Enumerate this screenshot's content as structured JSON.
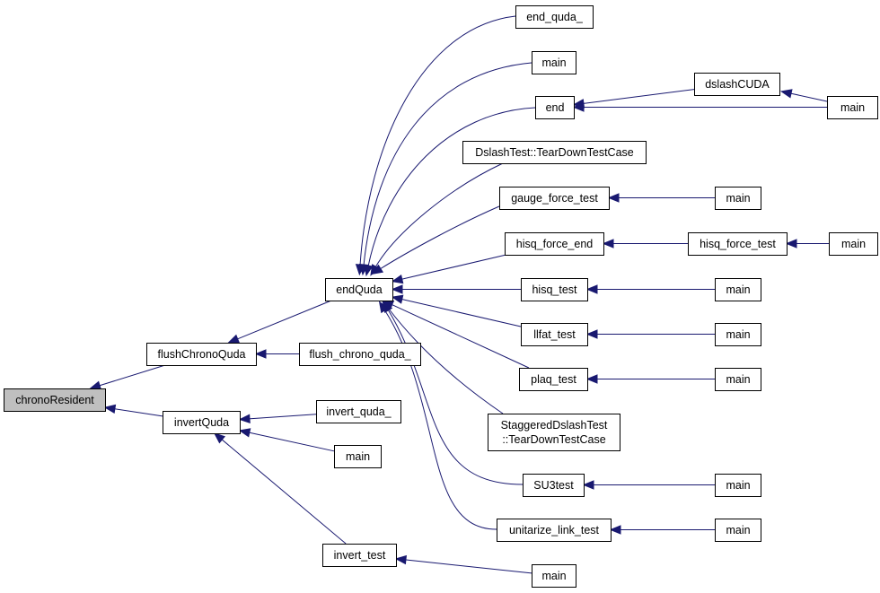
{
  "graph": {
    "nodes": {
      "chronoResident": {
        "lines": [
          "chronoResident"
        ]
      },
      "flushChronoQuda": {
        "lines": [
          "flushChronoQuda"
        ]
      },
      "invertQuda": {
        "lines": [
          "invertQuda"
        ]
      },
      "endQuda": {
        "lines": [
          "endQuda"
        ]
      },
      "flush_chrono_quda_": {
        "lines": [
          "flush_chrono_quda_"
        ]
      },
      "invert_quda_": {
        "lines": [
          "invert_quda_"
        ]
      },
      "main_invq": {
        "lines": [
          "main"
        ]
      },
      "invert_test": {
        "lines": [
          "invert_test"
        ]
      },
      "main_invt": {
        "lines": [
          "main"
        ]
      },
      "end_quda_": {
        "lines": [
          "end_quda_"
        ]
      },
      "main_eq": {
        "lines": [
          "main"
        ]
      },
      "end": {
        "lines": [
          "end"
        ]
      },
      "dslashCUDA": {
        "lines": [
          "dslashCUDA"
        ]
      },
      "main_end": {
        "lines": [
          "main"
        ]
      },
      "DslashTest_TearDown": {
        "lines": [
          "DslashTest::TearDownTestCase"
        ]
      },
      "gauge_force_test": {
        "lines": [
          "gauge_force_test"
        ]
      },
      "main_gft": {
        "lines": [
          "main"
        ]
      },
      "hisq_force_end": {
        "lines": [
          "hisq_force_end"
        ]
      },
      "hisq_force_test": {
        "lines": [
          "hisq_force_test"
        ]
      },
      "main_hft": {
        "lines": [
          "main"
        ]
      },
      "hisq_test": {
        "lines": [
          "hisq_test"
        ]
      },
      "main_ht": {
        "lines": [
          "main"
        ]
      },
      "llfat_test": {
        "lines": [
          "llfat_test"
        ]
      },
      "main_lt": {
        "lines": [
          "main"
        ]
      },
      "plaq_test": {
        "lines": [
          "plaq_test"
        ]
      },
      "main_pt": {
        "lines": [
          "main"
        ]
      },
      "Staggered_TearDown": {
        "lines": [
          "StaggeredDslashTest",
          "::TearDownTestCase"
        ]
      },
      "SU3test": {
        "lines": [
          "SU3test"
        ]
      },
      "main_su3": {
        "lines": [
          "main"
        ]
      },
      "unitarize_link_test": {
        "lines": [
          "unitarize_link_test"
        ]
      },
      "main_ult": {
        "lines": [
          "main"
        ]
      }
    },
    "edges": [
      {
        "from": "flushChronoQuda",
        "to": "chronoResident"
      },
      {
        "from": "invertQuda",
        "to": "chronoResident"
      },
      {
        "from": "endQuda",
        "to": "flushChronoQuda"
      },
      {
        "from": "flush_chrono_quda_",
        "to": "flushChronoQuda"
      },
      {
        "from": "invert_quda_",
        "to": "invertQuda"
      },
      {
        "from": "main_invq",
        "to": "invertQuda"
      },
      {
        "from": "invert_test",
        "to": "invertQuda"
      },
      {
        "from": "main_invt",
        "to": "invert_test"
      },
      {
        "from": "end_quda_",
        "to": "endQuda"
      },
      {
        "from": "main_eq",
        "to": "endQuda"
      },
      {
        "from": "end",
        "to": "endQuda"
      },
      {
        "from": "DslashTest_TearDown",
        "to": "endQuda"
      },
      {
        "from": "gauge_force_test",
        "to": "endQuda"
      },
      {
        "from": "hisq_force_end",
        "to": "endQuda"
      },
      {
        "from": "hisq_test",
        "to": "endQuda"
      },
      {
        "from": "llfat_test",
        "to": "endQuda"
      },
      {
        "from": "plaq_test",
        "to": "endQuda"
      },
      {
        "from": "Staggered_TearDown",
        "to": "endQuda"
      },
      {
        "from": "SU3test",
        "to": "endQuda"
      },
      {
        "from": "unitarize_link_test",
        "to": "endQuda"
      },
      {
        "from": "dslashCUDA",
        "to": "end"
      },
      {
        "from": "main_end",
        "to": "end"
      },
      {
        "from": "main_end",
        "to": "dslashCUDA"
      },
      {
        "from": "main_gft",
        "to": "gauge_force_test"
      },
      {
        "from": "hisq_force_test",
        "to": "hisq_force_end"
      },
      {
        "from": "main_hft",
        "to": "hisq_force_test"
      },
      {
        "from": "main_ht",
        "to": "hisq_test"
      },
      {
        "from": "main_lt",
        "to": "llfat_test"
      },
      {
        "from": "main_pt",
        "to": "plaq_test"
      },
      {
        "from": "main_su3",
        "to": "SU3test"
      },
      {
        "from": "main_ult",
        "to": "unitarize_link_test"
      }
    ],
    "colors": {
      "edge": "#191970",
      "root_fill": "#bfbfbf",
      "node_fill": "#ffffff"
    }
  }
}
